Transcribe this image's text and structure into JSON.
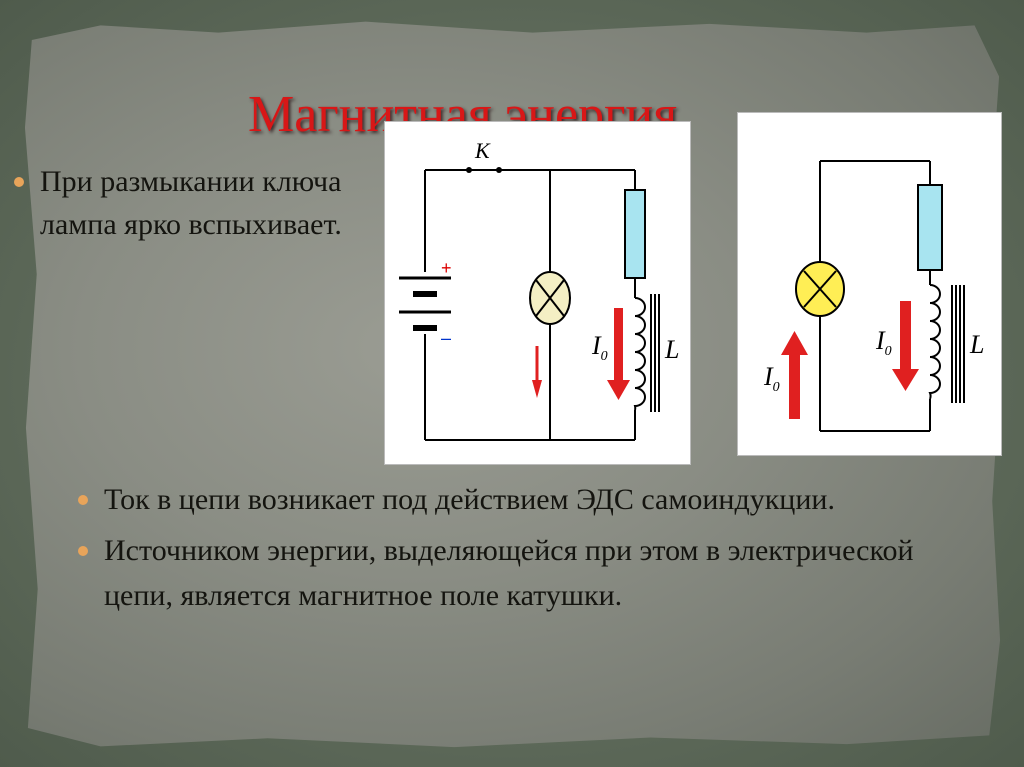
{
  "slide": {
    "title": "Магнитная энергия",
    "bullets_top": [
      "При размыкании ключа  лампа ярко вспыхивает."
    ],
    "bullets_bottom": [
      "Ток в цепи возникает под действием ЭДС самоиндукции.",
      "Источником энергии, выделяющейся при этом в электрической цепи, является магнитное поле катушки."
    ]
  },
  "diagram1": {
    "switch_label": "K",
    "plus": "+",
    "minus": "–",
    "current_label": "I",
    "current_sub": "0",
    "inductor_label": "L"
  },
  "diagram2": {
    "current_label": "I",
    "current_sub": "0",
    "current_label_coil": "I",
    "current_sub_coil": "0",
    "inductor_label": "L"
  },
  "colors": {
    "title": "#d81717",
    "bullet": "#e8a45a",
    "resistor": "#a8e4f0",
    "lamp_off": "#f4efc4",
    "lamp_on": "#ffee55",
    "arrow": "#e02020"
  }
}
